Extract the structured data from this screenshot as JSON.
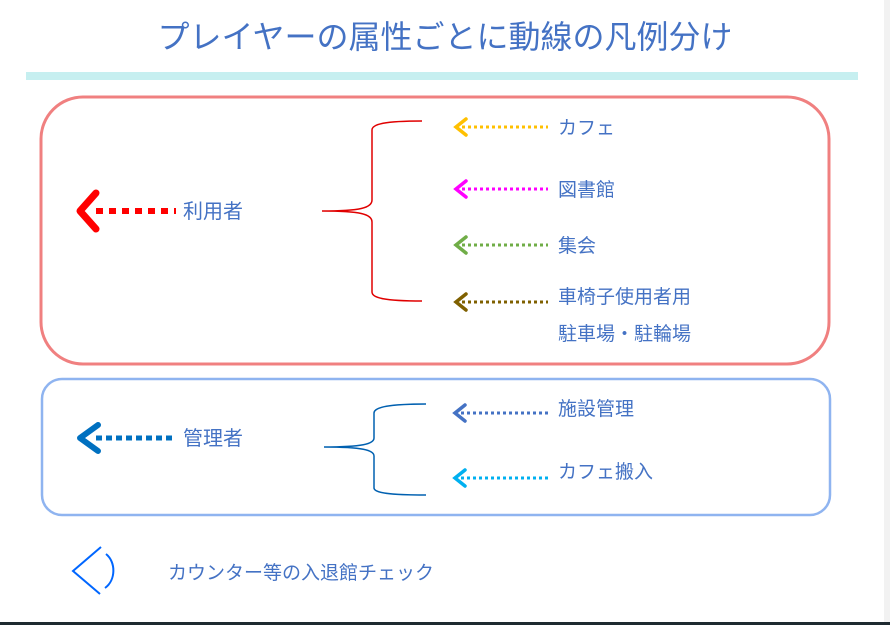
{
  "title": "プレイヤーの属性ごとに動線の凡例分け",
  "groups": [
    {
      "name": "利用者",
      "color": "#ff0000",
      "border": "#f08080",
      "items": [
        {
          "label": "カフェ",
          "color": "#ffc000"
        },
        {
          "label": "図書館",
          "color": "#ff00ff"
        },
        {
          "label": "集会",
          "color": "#70ad47"
        },
        {
          "label": "車椅子使用者用",
          "label2": "駐車場・駐輪場",
          "color": "#7f6000"
        }
      ]
    },
    {
      "name": "管理者",
      "color": "#0070c0",
      "border": "#8fb4f0",
      "items": [
        {
          "label": "施設管理",
          "color": "#4472c4"
        },
        {
          "label": "カフェ搬入",
          "color": "#00b0f0"
        }
      ]
    }
  ],
  "legend_eye": {
    "label": "カウンター等の入退館チェック",
    "icon": "eye-icon",
    "color": "#0066ff"
  },
  "colors": {
    "text": "#4472c4",
    "rule": "#c6eff0"
  }
}
